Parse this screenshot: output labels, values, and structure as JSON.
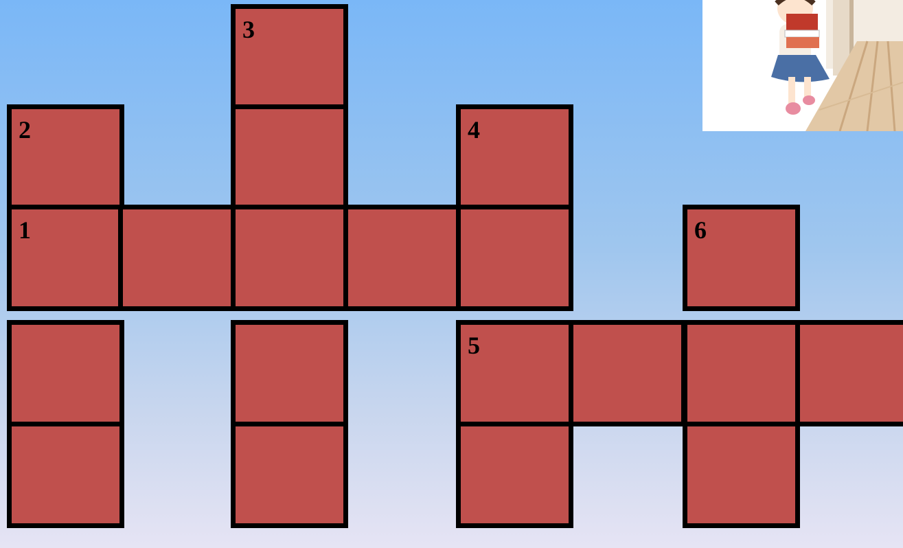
{
  "puzzle": {
    "clue_numbers": [
      "1",
      "2",
      "3",
      "4",
      "5",
      "6"
    ],
    "cell_color": "#c0504d",
    "border_color": "#000000"
  },
  "illustration": {
    "icon": "girl-with-books-illustration"
  }
}
